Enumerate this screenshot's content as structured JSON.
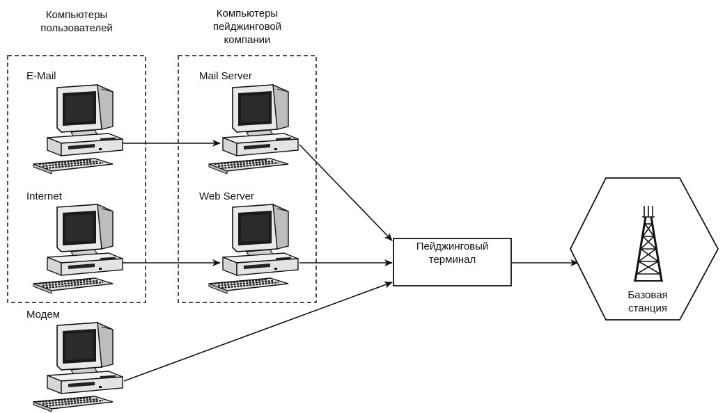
{
  "groups": {
    "users": {
      "title_line1": "Компьютеры",
      "title_line2": "пользователей"
    },
    "company": {
      "title_line1": "Компьютеры",
      "title_line2": "пейджинговой",
      "title_line3": "компании"
    }
  },
  "computers": {
    "email": "E-Mail",
    "internet": "Internet",
    "modem": "Модем",
    "mail_server": "Mail Server",
    "web_server": "Web Server"
  },
  "terminal": {
    "line1": "Пейджинговый",
    "line2": "терминал"
  },
  "base_station": {
    "line1": "Базовая",
    "line2": "станция",
    "icon": "radio-tower-icon"
  }
}
